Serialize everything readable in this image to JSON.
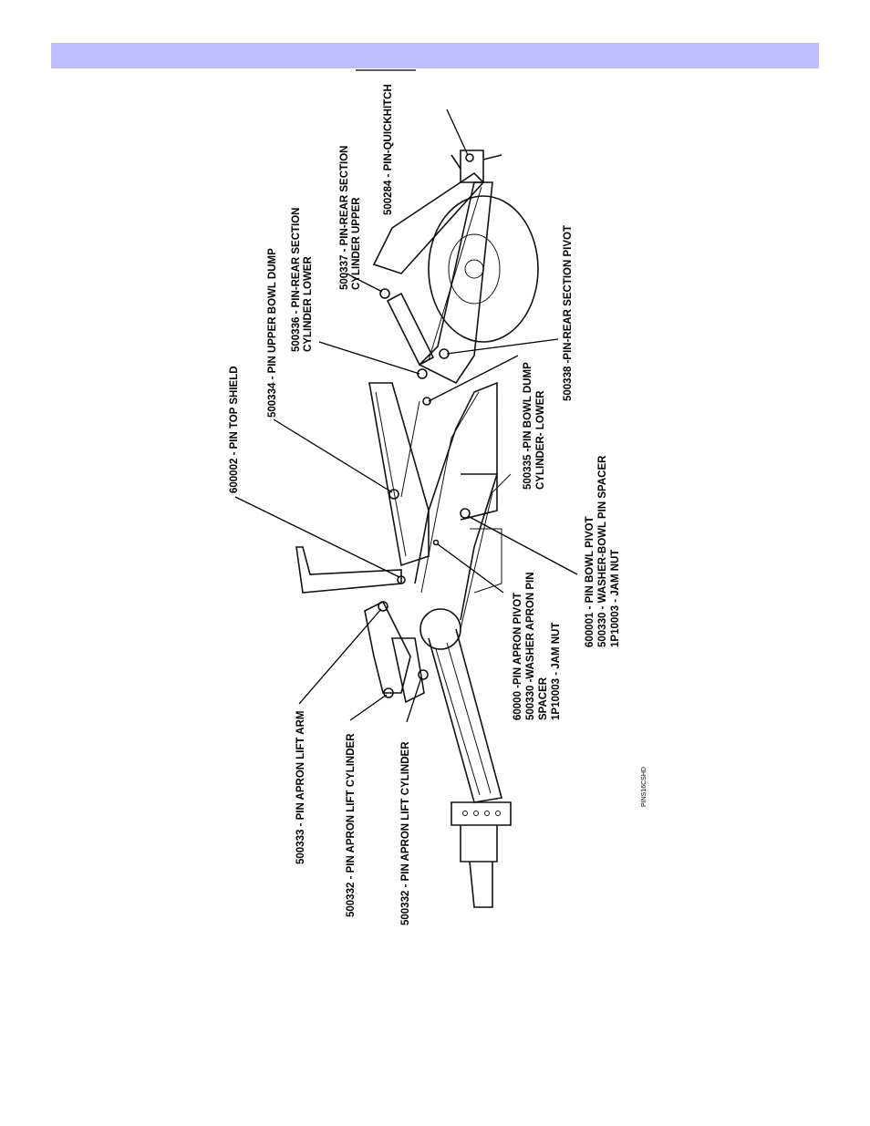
{
  "header_band": {
    "color": "#bfbfff"
  },
  "labels": {
    "pin_quickhitch": "500284 - PIN-QUICKHITCH",
    "pin_rear_upper_1": "500337 - PIN-REAR SECTION",
    "pin_rear_upper_2": "CYLINDER UPPER",
    "pin_rear_lower_1": "500336 - PIN-REAR SECTION",
    "pin_rear_lower_2": "CYLINDER LOWER",
    "pin_upper_bowl_dump": "500334 - PIN UPPER BOWL DUMP",
    "pin_top_shield": "600002 - PIN TOP SHIELD",
    "pin_rear_pivot": "500338 -PIN-REAR SECTION PIVOT",
    "pin_bowl_dump_lower_1": "500335 -PIN BOWL DUMP",
    "pin_bowl_dump_lower_2": "CYLINDER- LOWER",
    "bowl_pivot_1": "600001 - PIN BOWL PIVOT",
    "bowl_pivot_2": "500330 - WASHER-BOWL PIN SPACER",
    "bowl_pivot_3": "1P10003 - JAM NUT",
    "apron_pivot_1": "60000 -PIN APRON PIVOT",
    "apron_pivot_2": "500330 -WASHER APRON PIN",
    "apron_pivot_3": "SPACER",
    "apron_pivot_4": "1P10003 - JAM NUT",
    "apron_lift_arm": "500333 - PIN APRON LIFT ARM",
    "apron_lift_cyl_1": "500332 - PIN APRON LIFT CYLINDER",
    "apron_lift_cyl_2": "500332 - PIN APRON LIFT CYLINDER",
    "drawing_code": "PINS16CSHD"
  }
}
